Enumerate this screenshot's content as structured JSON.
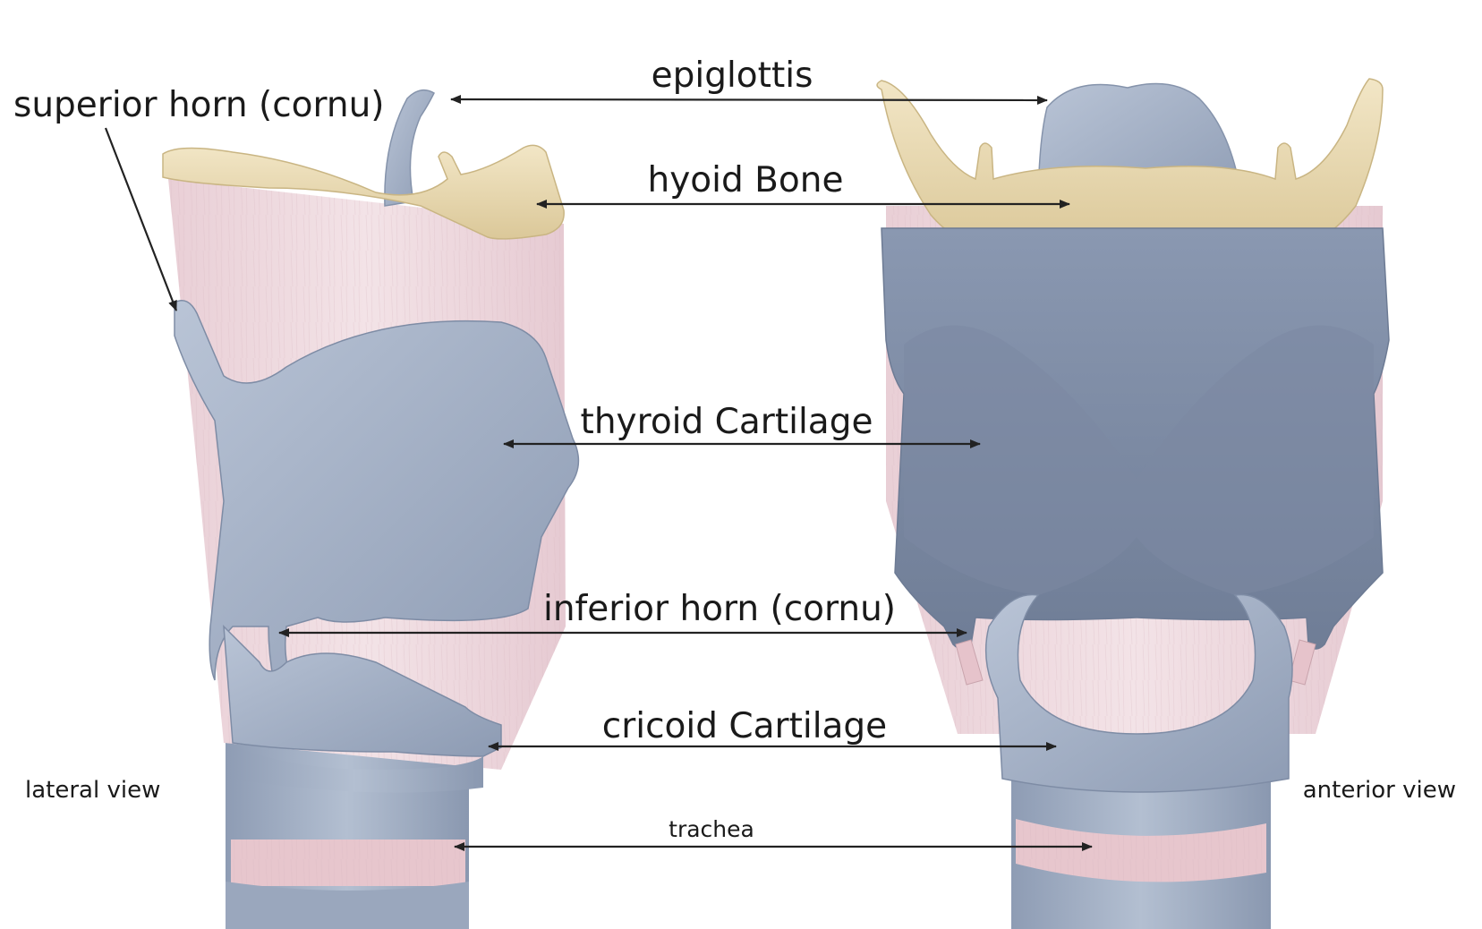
{
  "labels": {
    "epiglottis": "epiglottis",
    "superior_horn": "superior horn (cornu)",
    "hyoid_bone": "hyoid Bone",
    "thyroid_cartilage": "thyroid Cartilage",
    "inferior_horn": "inferior horn (cornu)",
    "cricoid_cartilage": "cricoid Cartilage",
    "lateral_view": "lateral view",
    "anterior_view": "anterior view",
    "trachea": "trachea"
  },
  "colors": {
    "cartilage": "#a7b4c8",
    "cartilage_dark": "#7f8da6",
    "bone": "#eadcb4",
    "membrane": "#ecd6dc",
    "ligament_band": "#e7c6cd"
  }
}
